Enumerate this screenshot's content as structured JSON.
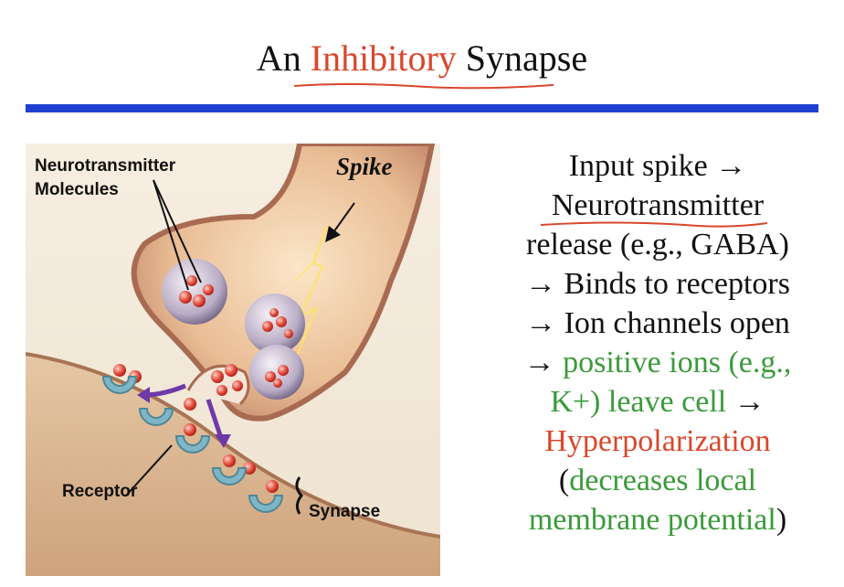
{
  "title": {
    "prefix": "An ",
    "highlight": "Inhibitory",
    "suffix": " Synapse"
  },
  "diagram": {
    "label_neurotransmitter_line1": "Neurotransmitter",
    "label_neurotransmitter_line2": "Molecules",
    "label_spike": "Spike",
    "label_receptor": "Receptor",
    "label_synapse": "Synapse"
  },
  "description": {
    "line1": "Input spike →",
    "line2": "Neurotransmitter",
    "line3": "release (e.g., GABA)",
    "line4": "→ Binds to receptors",
    "line5": "→ Ion channels open",
    "line6_arrow": "→ ",
    "line6_green": "positive ions (e.g.,",
    "line7_green": "K+) leave cell",
    "line7_arrow": " →",
    "line8_red": "Hyperpolarization",
    "line9_paren": "(",
    "line9_green": "decreases local",
    "line10_green": "membrane potential",
    "line10_paren": ")"
  },
  "colors": {
    "accent_red": "#d9472b",
    "accent_green": "#3a9a3a",
    "divider_blue": "#1f3fd0"
  }
}
